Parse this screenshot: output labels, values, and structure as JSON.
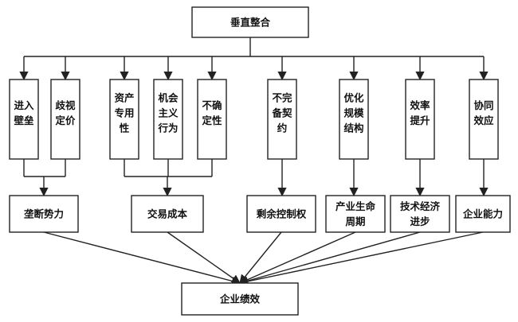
{
  "diagram": {
    "root": "垂直整合",
    "groups": [
      {
        "factors": [
          [
            "进入",
            "壁垒"
          ],
          [
            "歧视",
            "定价"
          ]
        ],
        "outcome": [
          "垄断势力"
        ]
      },
      {
        "factors": [
          [
            "资产",
            "专用",
            "性"
          ],
          [
            "机会",
            "主义",
            "行为"
          ],
          [
            "不确",
            "定性"
          ]
        ],
        "outcome": [
          "交易成本"
        ]
      },
      {
        "factors": [
          [
            "不完",
            "备契",
            "约"
          ]
        ],
        "outcome": [
          "剩余控制权"
        ]
      },
      {
        "factors": [
          [
            "优化",
            "规模",
            "结构"
          ]
        ],
        "outcome": [
          "产业生命",
          "周期"
        ]
      },
      {
        "factors": [
          [
            "效率",
            "提升"
          ]
        ],
        "outcome": [
          "技术经济",
          "进步"
        ]
      },
      {
        "factors": [
          [
            "协同",
            "效应"
          ]
        ],
        "outcome": [
          "企业能力"
        ]
      }
    ],
    "result": "企业绩效"
  },
  "colors": {
    "stroke": "#222222",
    "fill": "#ffffff",
    "text": "#111111"
  }
}
